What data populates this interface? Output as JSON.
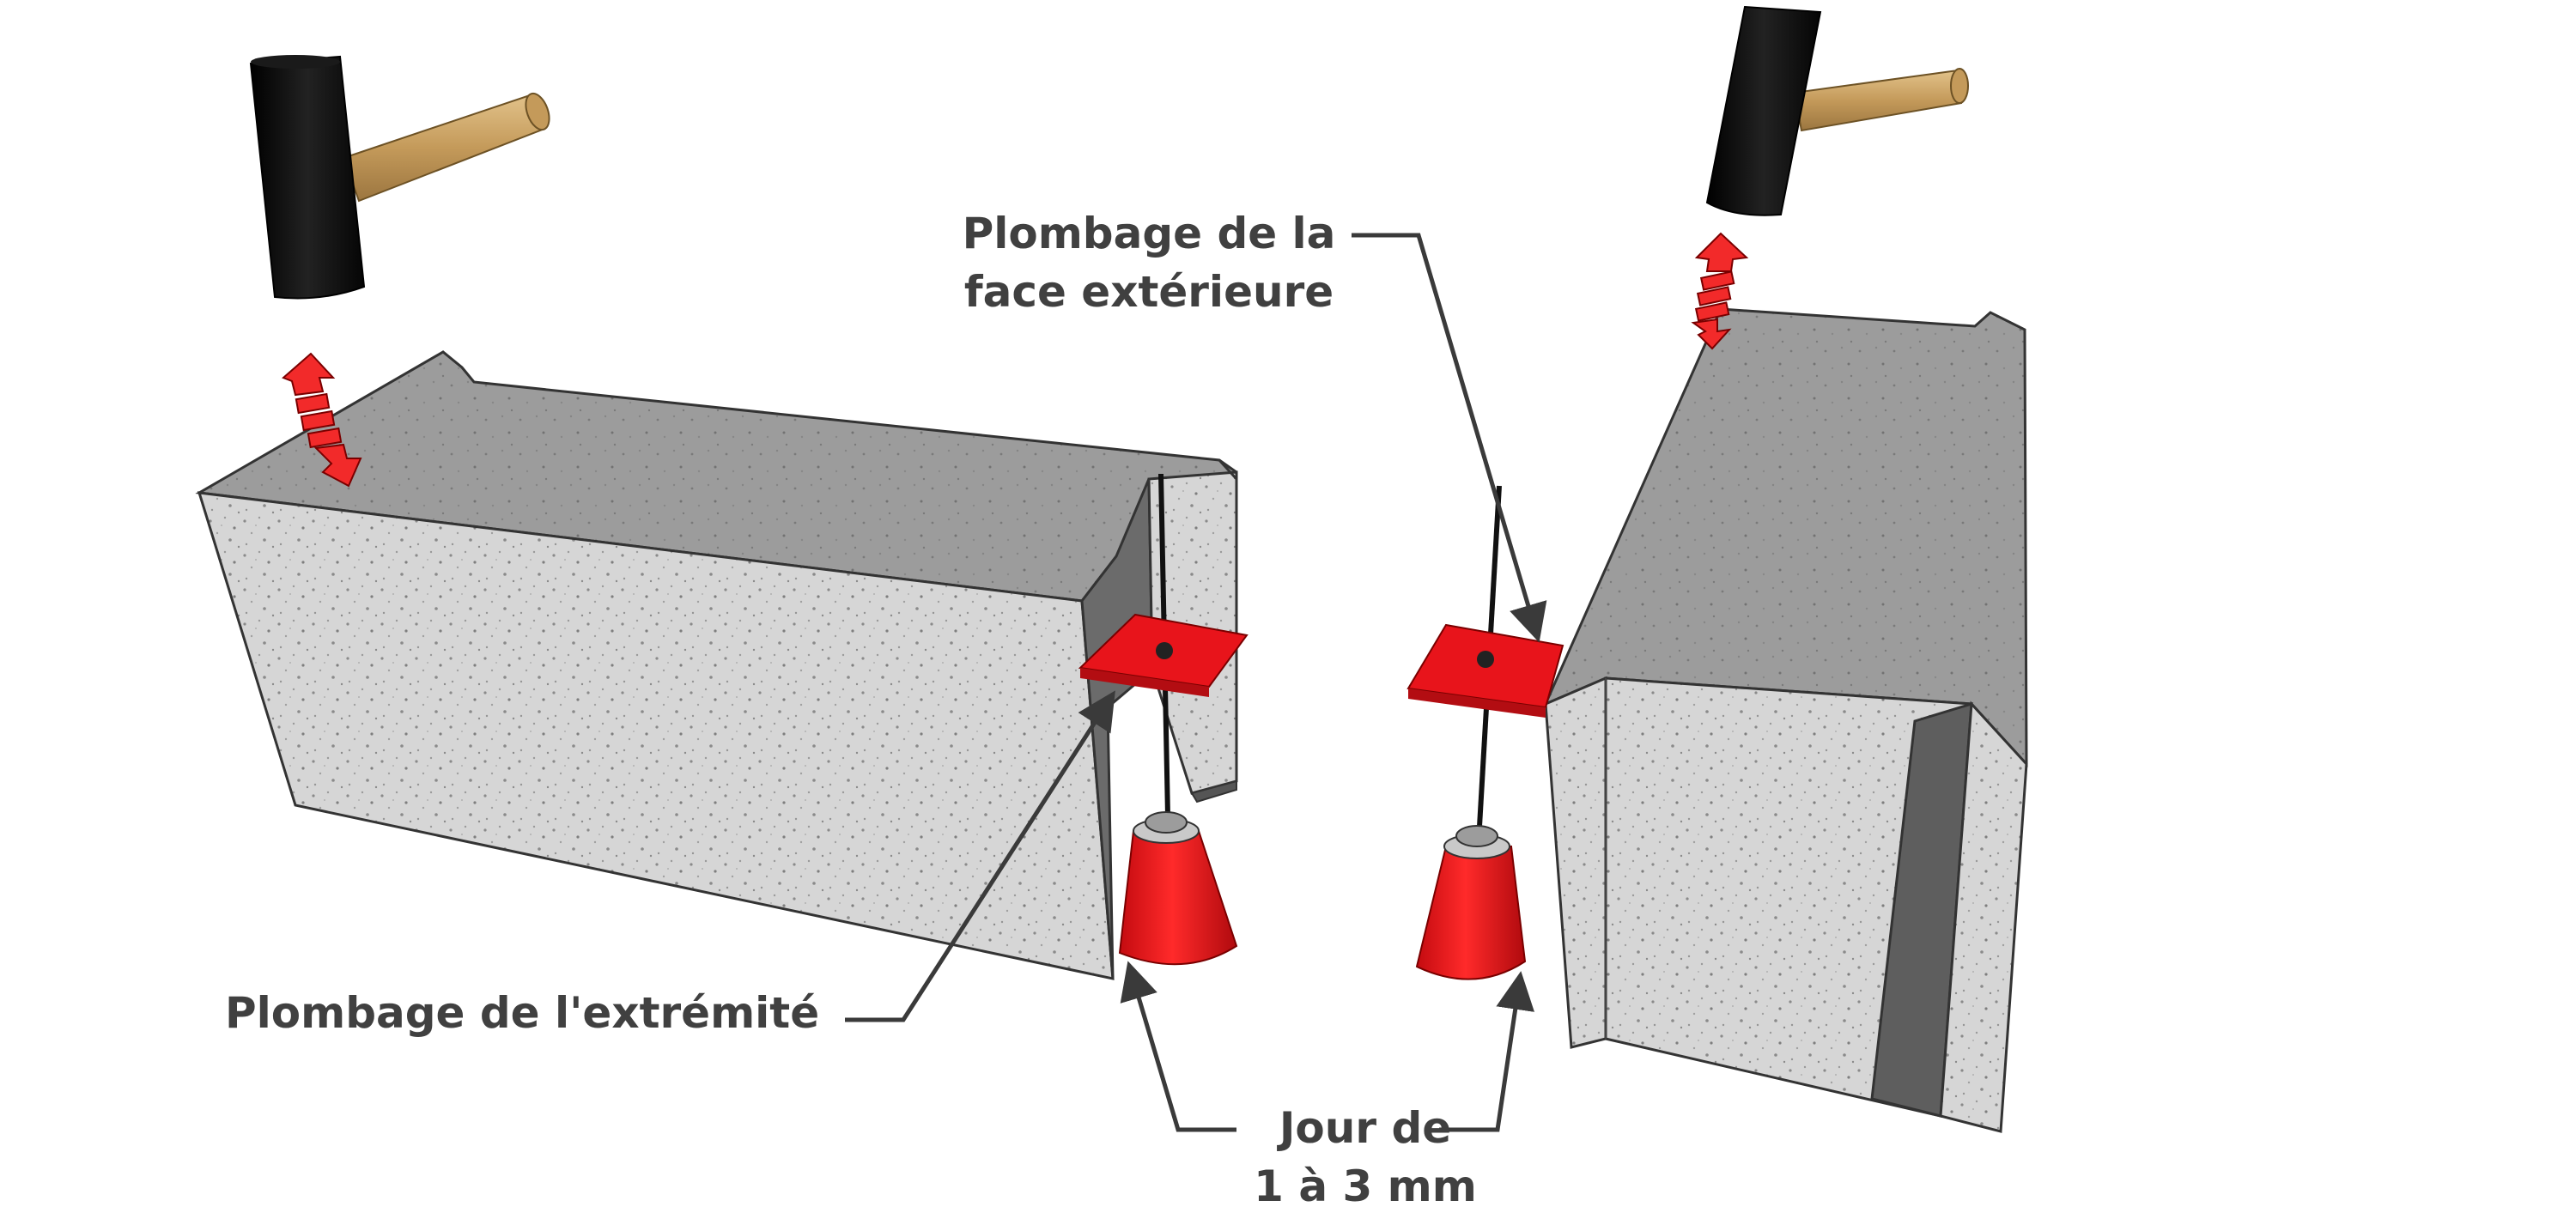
{
  "labels": {
    "exterior_face_line1": "Plombage de la",
    "exterior_face_line2": "face extérieure",
    "block_end": "Plombage de l'extrémité",
    "gap_line1": "Jour de",
    "gap_line2": "1 à 3 mm"
  },
  "colors": {
    "concrete_top": "#9e9e9e",
    "concrete_side": "#d4d4d4",
    "plumb_red": "#e8141b",
    "hammer_head": "#0a0a0a",
    "hammer_handle": "#c9a266",
    "text": "#404040",
    "leader_line": "#3a3a3a"
  },
  "icons": [
    "hammer-icon",
    "impact-arrows-icon",
    "plumb-bob-icon"
  ]
}
